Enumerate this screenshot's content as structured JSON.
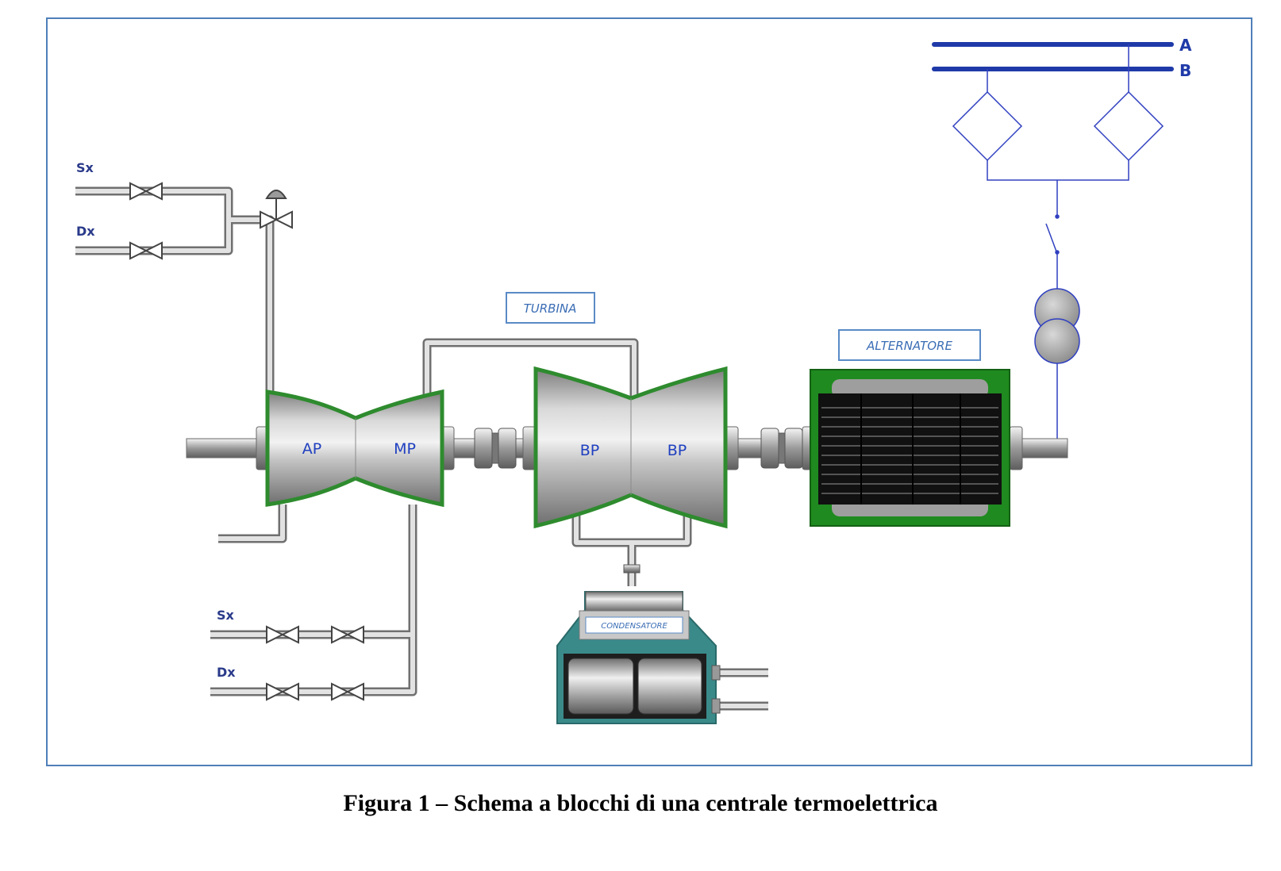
{
  "diagram": {
    "bus_labels": [
      "A",
      "B"
    ],
    "inlet_top": [
      "Sx",
      "Dx"
    ],
    "inlet_bottom": [
      "Sx",
      "Dx"
    ],
    "turbine_label": "TURBINA",
    "alternator_label": "ALTERNATORE",
    "condenser_label": "CONDENSATORE",
    "stages": [
      "AP",
      "MP",
      "BP",
      "BP"
    ],
    "colors": {
      "frame": "#4f7fb8",
      "casing": "#2e8b2e",
      "condenser_casing": "#2f7f7f",
      "label_text": "#3a6db5",
      "bus": "#1f3aa8",
      "wire": "#3040c0",
      "pipe_fill": "#dedede",
      "pipe_edge": "#707070"
    }
  },
  "caption": "Figura 1 – Schema a blocchi di una centrale termoelettrica"
}
